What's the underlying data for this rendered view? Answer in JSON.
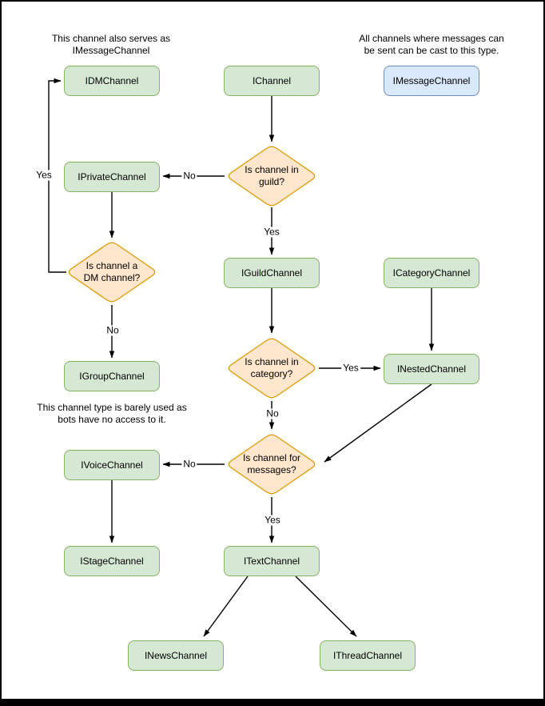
{
  "diagram": {
    "notes": [
      {
        "id": "dm-note",
        "text": "This channel also serves as\nIMessageChannel"
      },
      {
        "id": "message-note",
        "text": "All channels where messages can\nbe sent can be cast to this type."
      },
      {
        "id": "group-note",
        "text": "This channel type is barely used as\nbots have no access to it."
      }
    ],
    "nodes": [
      {
        "id": "idmchannel",
        "label": "IDMChannel",
        "type": "green"
      },
      {
        "id": "ichannel",
        "label": "IChannel",
        "type": "green"
      },
      {
        "id": "imessagechannel",
        "label": "IMessageChannel",
        "type": "blue"
      },
      {
        "id": "iprivatechannel",
        "label": "IPrivateChannel",
        "type": "green"
      },
      {
        "id": "iguildchannel",
        "label": "IGuildChannel",
        "type": "green"
      },
      {
        "id": "icategorychannel",
        "label": "ICategoryChannel",
        "type": "green"
      },
      {
        "id": "inestedchannel",
        "label": "INestedChannel",
        "type": "green"
      },
      {
        "id": "igroupchannel",
        "label": "IGroupChannel",
        "type": "green"
      },
      {
        "id": "ivoicechannel",
        "label": "IVoiceChannel",
        "type": "green"
      },
      {
        "id": "istagechannel",
        "label": "IStageChannel",
        "type": "green"
      },
      {
        "id": "itextchannel",
        "label": "ITextChannel",
        "type": "green"
      },
      {
        "id": "inewschannel",
        "label": "INewsChannel",
        "type": "green"
      },
      {
        "id": "ithreadchannel",
        "label": "IThreadChannel",
        "type": "green"
      }
    ],
    "decisions": [
      {
        "id": "guild-decision",
        "label": "Is channel in\nguild?"
      },
      {
        "id": "dm-decision",
        "label": "Is channel a\nDM channel?"
      },
      {
        "id": "category-decision",
        "label": "Is channel in\ncategory?"
      },
      {
        "id": "messages-decision",
        "label": "Is channel for\nmessages?"
      }
    ],
    "edges": [
      {
        "from": "IChannel",
        "to": "guild-decision",
        "label": ""
      },
      {
        "from": "guild-decision",
        "to": "IPrivateChannel",
        "label": "No"
      },
      {
        "from": "guild-decision",
        "to": "IGuildChannel",
        "label": "Yes"
      },
      {
        "from": "IPrivateChannel",
        "to": "dm-decision",
        "label": ""
      },
      {
        "from": "dm-decision",
        "to": "IDMChannel",
        "label": "Yes"
      },
      {
        "from": "dm-decision",
        "to": "IGroupChannel",
        "label": "No"
      },
      {
        "from": "IGuildChannel",
        "to": "category-decision",
        "label": ""
      },
      {
        "from": "ICategoryChannel",
        "to": "INestedChannel",
        "label": ""
      },
      {
        "from": "category-decision",
        "to": "INestedChannel",
        "label": "Yes"
      },
      {
        "from": "category-decision",
        "to": "messages-decision",
        "label": "No"
      },
      {
        "from": "INestedChannel",
        "to": "messages-decision",
        "label": ""
      },
      {
        "from": "messages-decision",
        "to": "IVoiceChannel",
        "label": "No"
      },
      {
        "from": "messages-decision",
        "to": "ITextChannel",
        "label": "Yes"
      },
      {
        "from": "IVoiceChannel",
        "to": "IStageChannel",
        "label": ""
      },
      {
        "from": "ITextChannel",
        "to": "INewsChannel",
        "label": ""
      },
      {
        "from": "ITextChannel",
        "to": "IThreadChannel",
        "label": ""
      }
    ],
    "colors": {
      "node_green_fill": "#d5e8d4",
      "node_green_border": "#82b366",
      "node_blue_fill": "#dae8fc",
      "node_blue_border": "#6c8ebf",
      "decision_fill": "#ffe6cc",
      "decision_border": "#d79b00",
      "edge": "#000000",
      "frame_border": "#000000",
      "background": "#ffffff"
    }
  }
}
